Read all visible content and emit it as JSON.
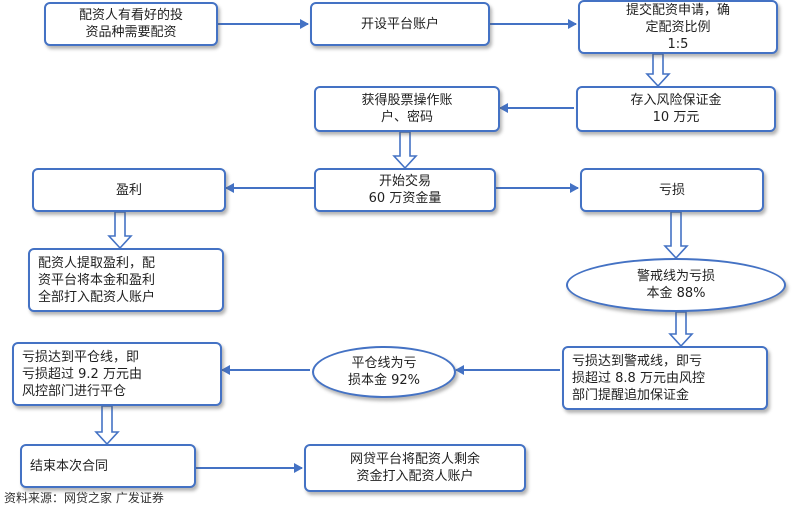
{
  "nodes": {
    "n1": "配资人有看好的投\n资品种需要配资",
    "n2": "开设平台账户",
    "n3": "提交配资申请，确\n定配资比例\n1:5",
    "n4": "存入风险保证金\n10 万元",
    "n5": "获得股票操作账\n户、密码",
    "n6": "开始交易\n60 万资金量",
    "n7": "盈利",
    "n8": "亏损",
    "n9": "配资人提取盈利，配\n资平台将本金和盈利\n全部打入配资人账户",
    "n10": "警戒线为亏损\n本金 88%",
    "n11": "亏损达到警戒线，即亏\n损超过 8.8 万元由风控\n部门提醒追加保证金",
    "n12": "平仓线为亏\n损本金 92%",
    "n13": "亏损达到平仓线，即\n亏损超过 9.2 万元由\n风控部门进行平仓",
    "n14": "结束本次合同",
    "n15": "网贷平台将配资人剩余\n资金打入配资人账户"
  },
  "footer": "资料来源：网贷之家 广发证券",
  "colors": {
    "border": "#4472c4",
    "arrow": "#4472c4"
  }
}
